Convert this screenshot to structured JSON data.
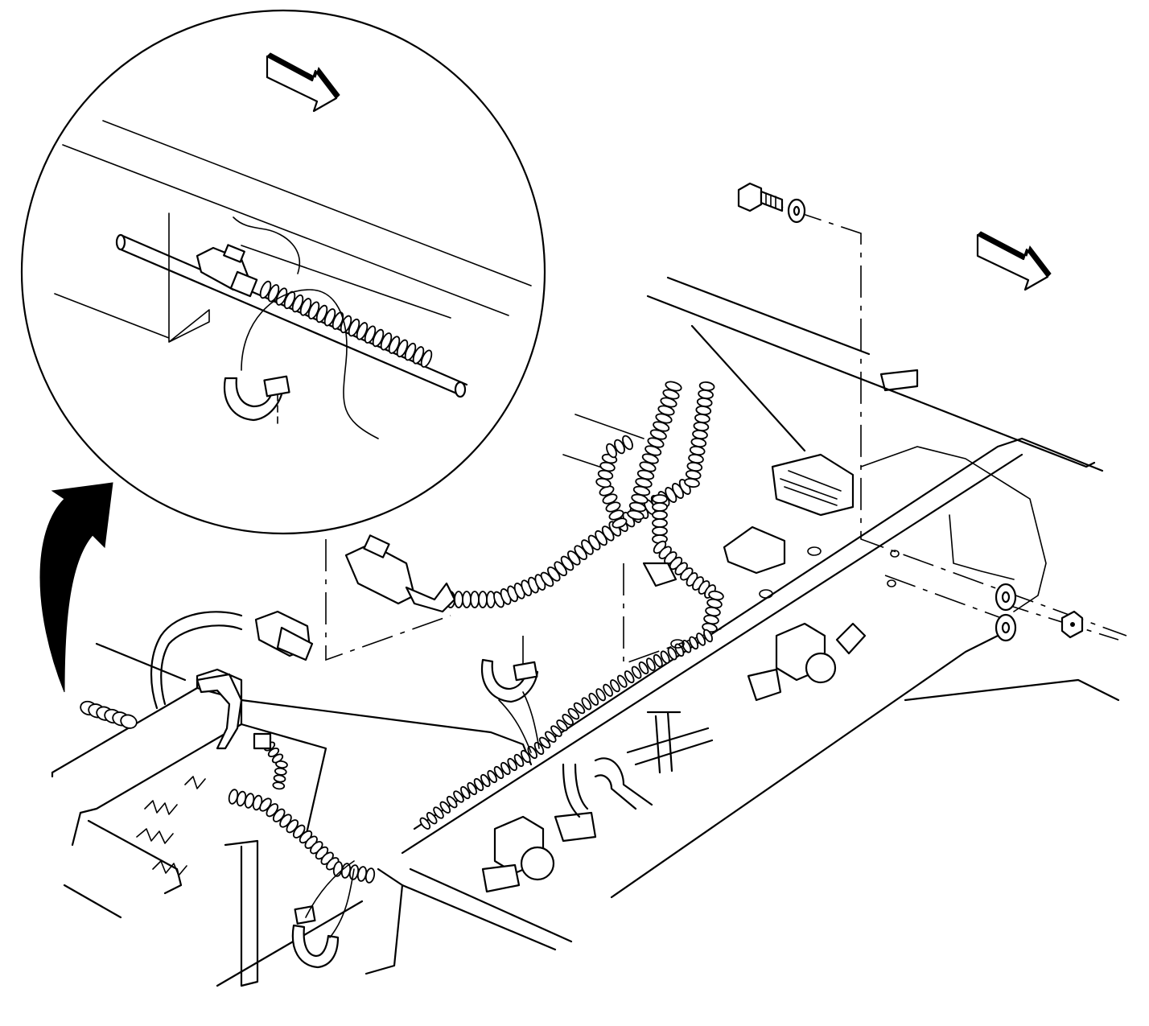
{
  "figure": {
    "kind": "line-art service illustration",
    "text_labels": [],
    "colors": {
      "ink": "#000000",
      "paper": "#ffffff"
    },
    "icons": [
      "direction-arrow",
      "curved-callout-arrow",
      "bolt",
      "washer",
      "nut",
      "harness-clip",
      "electrical-connector",
      "valve"
    ]
  }
}
